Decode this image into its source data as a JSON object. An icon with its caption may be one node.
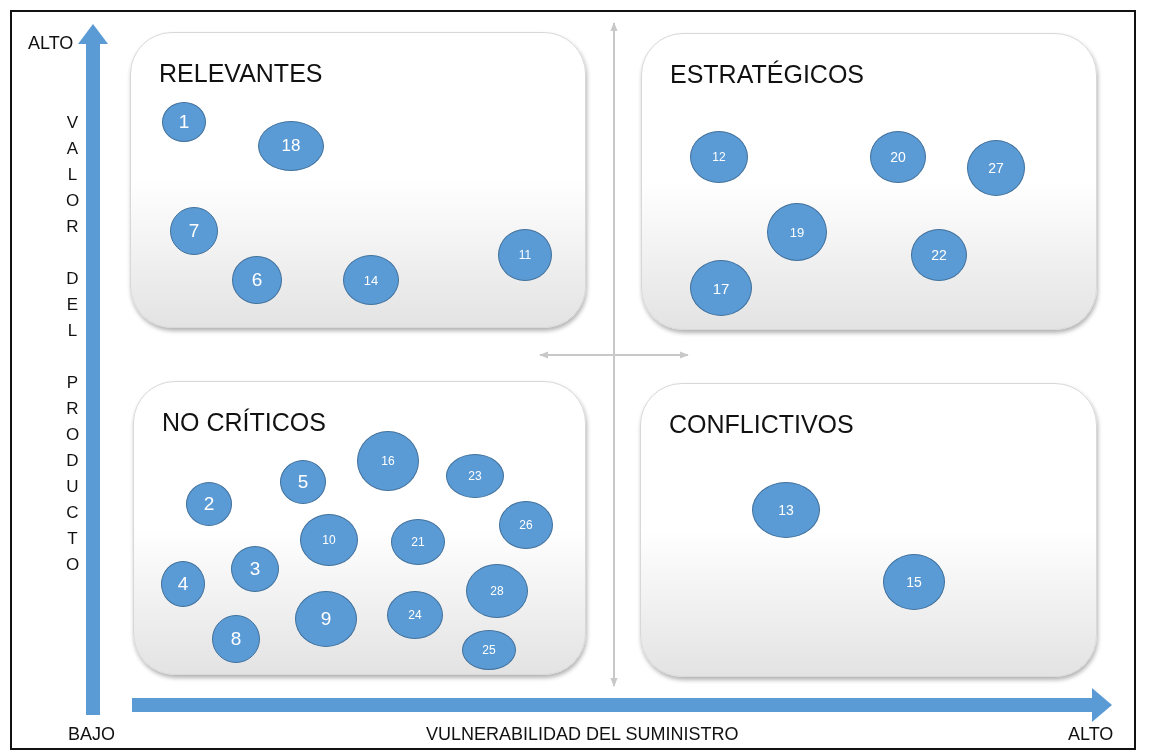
{
  "diagram": {
    "nodes": [
      {
        "text": [
          "RELEVANTES"
        ]
      },
      {
        "text": [
          "1"
        ],
        "in": 0
      },
      {
        "text": [
          "18"
        ],
        "in": 0
      },
      {
        "text": [
          "7"
        ],
        "in": 0
      },
      {
        "text": [
          "6"
        ],
        "in": 0
      },
      {
        "text": [
          "14"
        ],
        "in": 0
      },
      {
        "text": [
          "11"
        ],
        "in": 0
      },
      {
        "text": [
          "ESTRATÉGICOS"
        ]
      },
      {
        "text": [
          "12"
        ],
        "in": 7
      },
      {
        "text": [
          "20"
        ],
        "in": 7
      },
      {
        "text": [
          "27"
        ],
        "in": 7
      },
      {
        "text": [
          "19"
        ],
        "in": 7
      },
      {
        "text": [
          "22"
        ],
        "in": 7
      },
      {
        "text": [
          "17"
        ],
        "in": 7
      },
      {
        "text": [
          "NO CRÍTICOS"
        ]
      },
      {
        "text": [
          "16"
        ],
        "in": 14
      },
      {
        "text": [
          "5"
        ],
        "in": 14
      },
      {
        "text": [
          "23"
        ],
        "in": 14
      },
      {
        "text": [
          "2"
        ],
        "in": 14
      },
      {
        "text": [
          "26"
        ],
        "in": 14
      },
      {
        "text": [
          "10"
        ],
        "in": 14
      },
      {
        "text": [
          "21"
        ],
        "in": 14
      },
      {
        "text": [
          "3"
        ],
        "in": 14
      },
      {
        "text": [
          "4"
        ],
        "in": 14
      },
      {
        "text": [
          "28"
        ],
        "in": 14
      },
      {
        "text": [
          "24"
        ],
        "in": 14
      },
      {
        "text": [
          "9"
        ],
        "in": 14
      },
      {
        "text": [
          "8"
        ],
        "in": 14
      },
      {
        "text": [
          "25"
        ],
        "in": 14
      },
      {
        "text": [
          "CONFLICTIVOS"
        ]
      },
      {
        "text": [
          "13"
        ],
        "in": 29
      },
      {
        "text": [
          "15"
        ],
        "in": 29
      }
    ],
    "labels": [
      "ALTO",
      "VALOR DEL PRODUCTO",
      "BAJO",
      "VULNERABILIDAD DEL SUMINISTRO",
      "ALTO"
    ]
  }
}
